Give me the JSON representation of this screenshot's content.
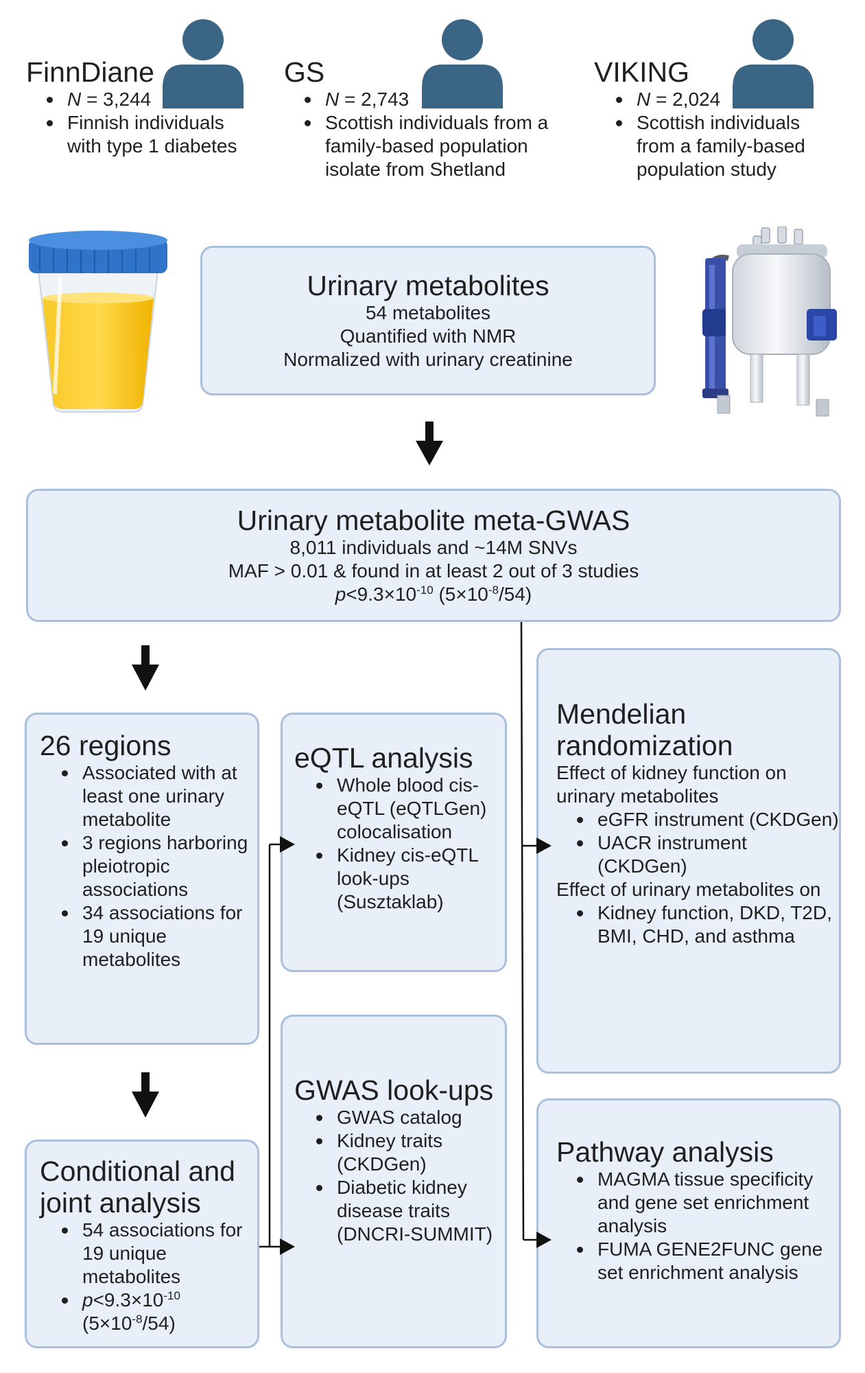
{
  "cohorts": [
    {
      "name": "FinnDiane",
      "n": "3,244",
      "bullets": [
        "Finnish individuals with type 1 diabetes"
      ]
    },
    {
      "name": "GS",
      "n": "2,743",
      "bullets": [
        "Scottish individuals from a family-based population isolate from Shetland"
      ]
    },
    {
      "name": "VIKING",
      "n": "2,024",
      "bullets": [
        "Scottish individuals from a family-based population study"
      ]
    }
  ],
  "n_label": "N",
  "urinary_metabolites": {
    "title": "Urinary metabolites",
    "lines": [
      "54 metabolites",
      "Quantified with NMR",
      "Normalized with urinary creatinine"
    ]
  },
  "meta_gwas": {
    "title": "Urinary metabolite meta-GWAS",
    "line1": "8,011 individuals and ~14M SNVs",
    "line2": "MAF > 0.01 & found in at least 2 out of 3 studies",
    "p_label": "p",
    "p_threshold": "<9.3×10",
    "p_exp": "-10",
    "p_paren_open": " (5×10",
    "p_paren_exp": "-8",
    "p_paren_close": "/54)"
  },
  "regions": {
    "title": "26 regions",
    "bullets": [
      "Associated with at least one urinary metabolite",
      "3 regions harboring pleiotropic associations",
      "34 associations for 19 unique metabolites"
    ]
  },
  "conditional": {
    "title": "Conditional and joint analysis",
    "bullet1": "54 associations for 19 unique metabolites",
    "p_label": "p",
    "p_threshold": "<9.3×10",
    "p_exp": "-10",
    "p_paren_open": "(5×10",
    "p_paren_exp": "-8",
    "p_paren_close": "/54)"
  },
  "eqtl": {
    "title": "eQTL analysis",
    "bullets": [
      "Whole blood cis-eQTL (eQTLGen) colocalisation",
      "Kidney cis-eQTL look-ups (Susztaklab)"
    ]
  },
  "gwas_lookups": {
    "title": "GWAS look-ups",
    "bullets": [
      "GWAS catalog",
      "Kidney traits (CKDGen)",
      "Diabetic kidney disease traits (DNCRI-SUMMIT)"
    ]
  },
  "mr": {
    "title": "Mendelian randomization",
    "sub1": "Effect of kidney function on urinary metabolites",
    "bullets1": [
      "eGFR instrument (CKDGen)",
      "UACR instrument (CKDGen)"
    ],
    "sub2": "Effect of urinary metabolites on",
    "bullets2": [
      "Kidney function, DKD, T2D, BMI, CHD, and asthma"
    ]
  },
  "pathway": {
    "title": "Pathway analysis",
    "bullets": [
      "MAGMA tissue specificity and gene set enrichment analysis",
      "FUMA GENE2FUNC gene set enrichment analysis"
    ]
  },
  "icons": [
    "person-icon",
    "urine-sample-cup-icon",
    "nmr-spectrometer-icon",
    "arrow-down-icon",
    "arrow-right-icon"
  ],
  "colors": {
    "box_fill": "#e8eff8",
    "box_border": "#a9bfdc",
    "person": "#3b6584",
    "cup_lid": "#2f74c8",
    "urine": "#f5bd08",
    "magnet_blue": "#3a4fa8"
  }
}
